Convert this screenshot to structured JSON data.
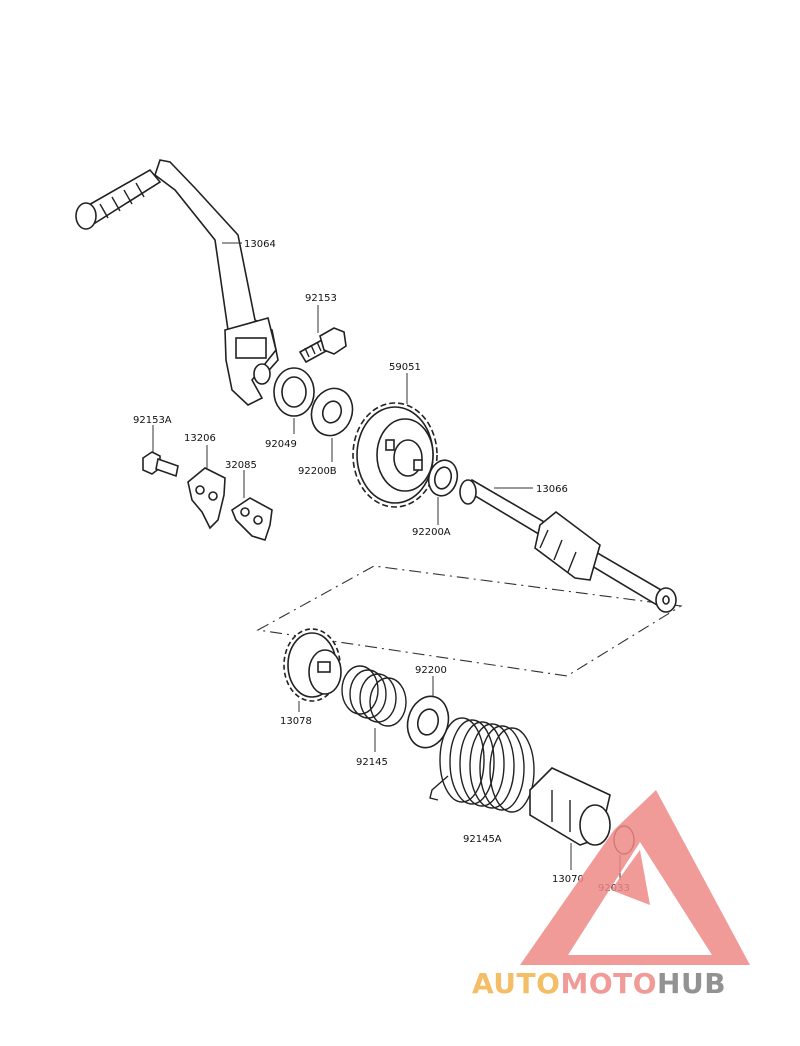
{
  "parts": {
    "p13064": "13064",
    "p92153": "92153",
    "p92049": "92049",
    "p92200B": "92200B",
    "p59051": "59051",
    "p92153A": "92153A",
    "p13206": "13206",
    "p32085": "32085",
    "p92200A": "92200A",
    "p13066": "13066",
    "p92200": "92200",
    "p13078": "13078",
    "p92145": "92145",
    "p92145A": "92145A",
    "p13070": "13070",
    "p92033": "92033"
  },
  "watermark": {
    "part1": "AUTO",
    "part2": "MOTO",
    "part3": "HUB",
    "color1": "#f3b34c",
    "color2": "#ee8a86",
    "color3": "#7f7f7f",
    "triangle_color": "#ee8a86"
  }
}
